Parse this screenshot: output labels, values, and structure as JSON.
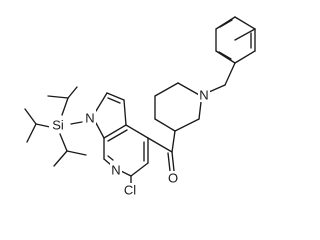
{
  "molecule": {
    "atoms": {
      "nitrogen_piperidine": "N",
      "nitrogen_pyrrole": "N",
      "nitrogen_pyridine": "N",
      "silicon": "Si",
      "oxygen": "O",
      "chlorine": "Cl"
    },
    "colors": {
      "bond": "#1a1a1a",
      "text": "#1a1a1a",
      "background": "#ffffff"
    }
  }
}
